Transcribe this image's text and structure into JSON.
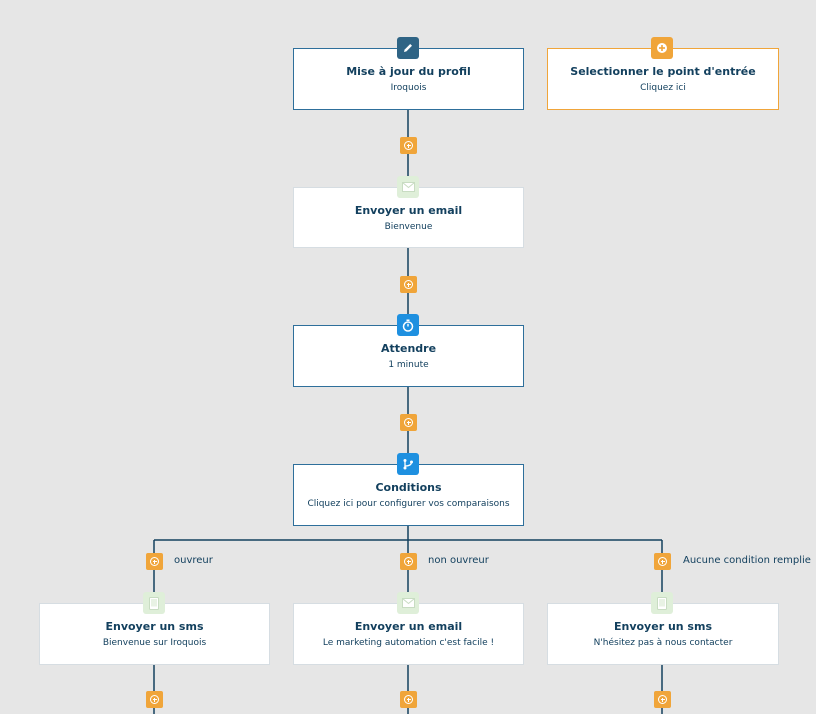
{
  "nodes": {
    "profile_update": {
      "title": "Mise à jour du profil",
      "subtitle": "Iroquois",
      "icon": "pencil-icon"
    },
    "entry_point": {
      "title": "Selectionner le point d'entrée",
      "subtitle": "Cliquez ici",
      "icon": "plus-circle-icon"
    },
    "email_welcome": {
      "title": "Envoyer un email",
      "subtitle": "Bienvenue",
      "icon": "envelope-icon"
    },
    "wait": {
      "title": "Attendre",
      "subtitle": "1 minute",
      "icon": "stopwatch-icon"
    },
    "conditions": {
      "title": "Conditions",
      "subtitle": "Cliquez ici pour configurer vos comparaisons",
      "icon": "branch-icon"
    },
    "sms_welcome": {
      "title": "Envoyer un sms",
      "subtitle": "Bienvenue sur Iroquois",
      "icon": "phone-icon"
    },
    "email_marketing": {
      "title": "Envoyer un email",
      "subtitle": "Le marketing automation c'est facile !",
      "icon": "envelope-icon"
    },
    "sms_contact": {
      "title": "Envoyer un sms",
      "subtitle": "N'hésitez pas à nous contacter",
      "icon": "phone-icon"
    }
  },
  "branches": {
    "left": "ouvreur",
    "middle": "non ouvreur",
    "right": "Aucune condition remplie"
  },
  "colors": {
    "background": "#e6e6e6",
    "connector": "#13405e",
    "accent": "#f0a53a",
    "text": "#13405e"
  }
}
